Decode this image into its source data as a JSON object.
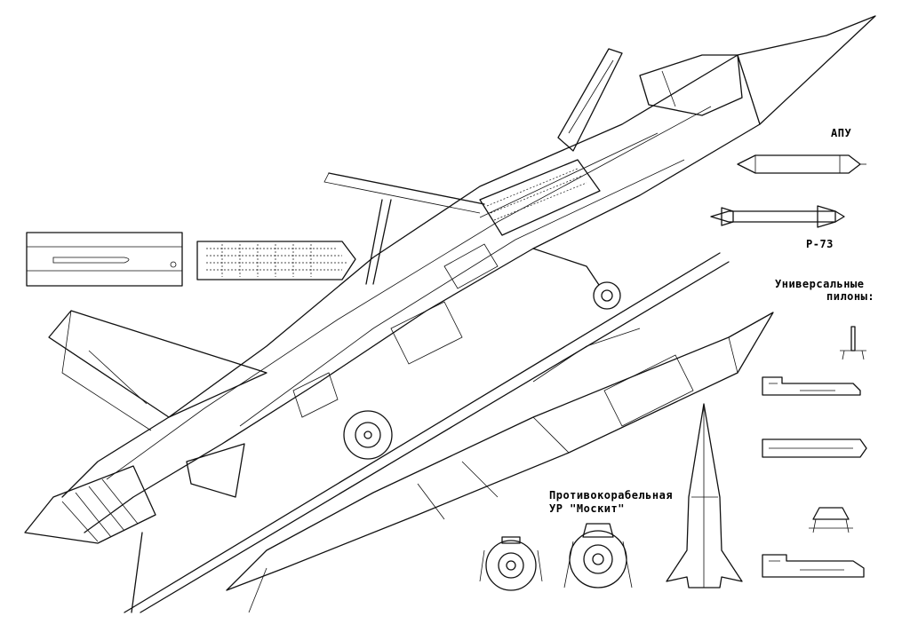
{
  "labels": {
    "apu": "АПУ",
    "r73": "Р-73",
    "pylons_line1": "Универсальные",
    "pylons_line2": "пилоны:",
    "moskit_line1": "Противокорабельная",
    "moskit_line2": "УР \"Москит\""
  }
}
